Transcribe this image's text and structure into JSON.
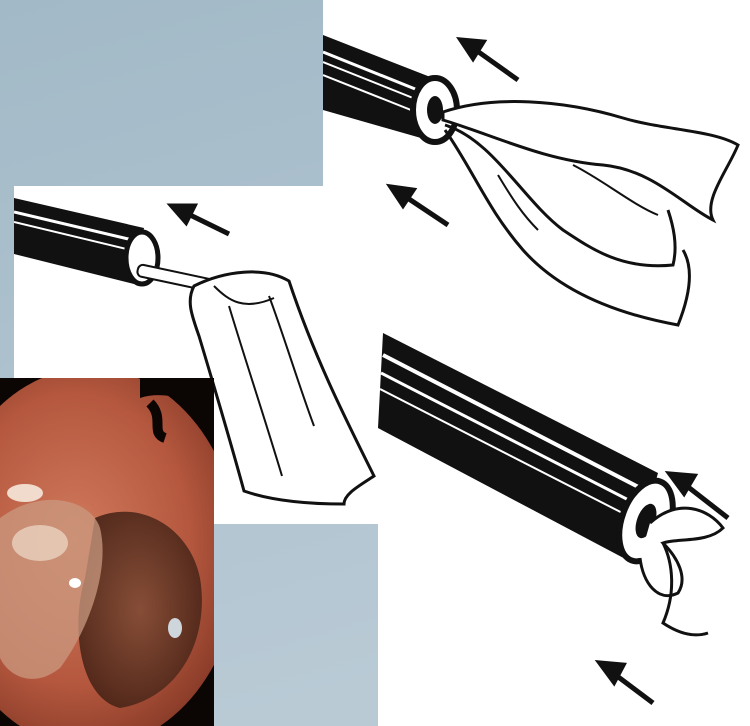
{
  "slide": {
    "background_top": "#9fb6c3",
    "background_bottom": "#b7c9d4"
  },
  "illustrations": [
    {
      "name": "snare-loop-close-up",
      "icon": "instrument-snare-icon"
    },
    {
      "name": "snare-grasping-tissue",
      "icon": "instrument-grasp-icon"
    },
    {
      "name": "tissue-retracted-into-channel",
      "icon": "instrument-retract-icon"
    }
  ],
  "photo": {
    "name": "endoscopic-view",
    "icon": "endoscopy-photo-icon"
  },
  "colors": {
    "ink": "#111111",
    "paper": "#ffffff",
    "mucosa": "#b4573e",
    "lesion": "#6d3a25"
  }
}
